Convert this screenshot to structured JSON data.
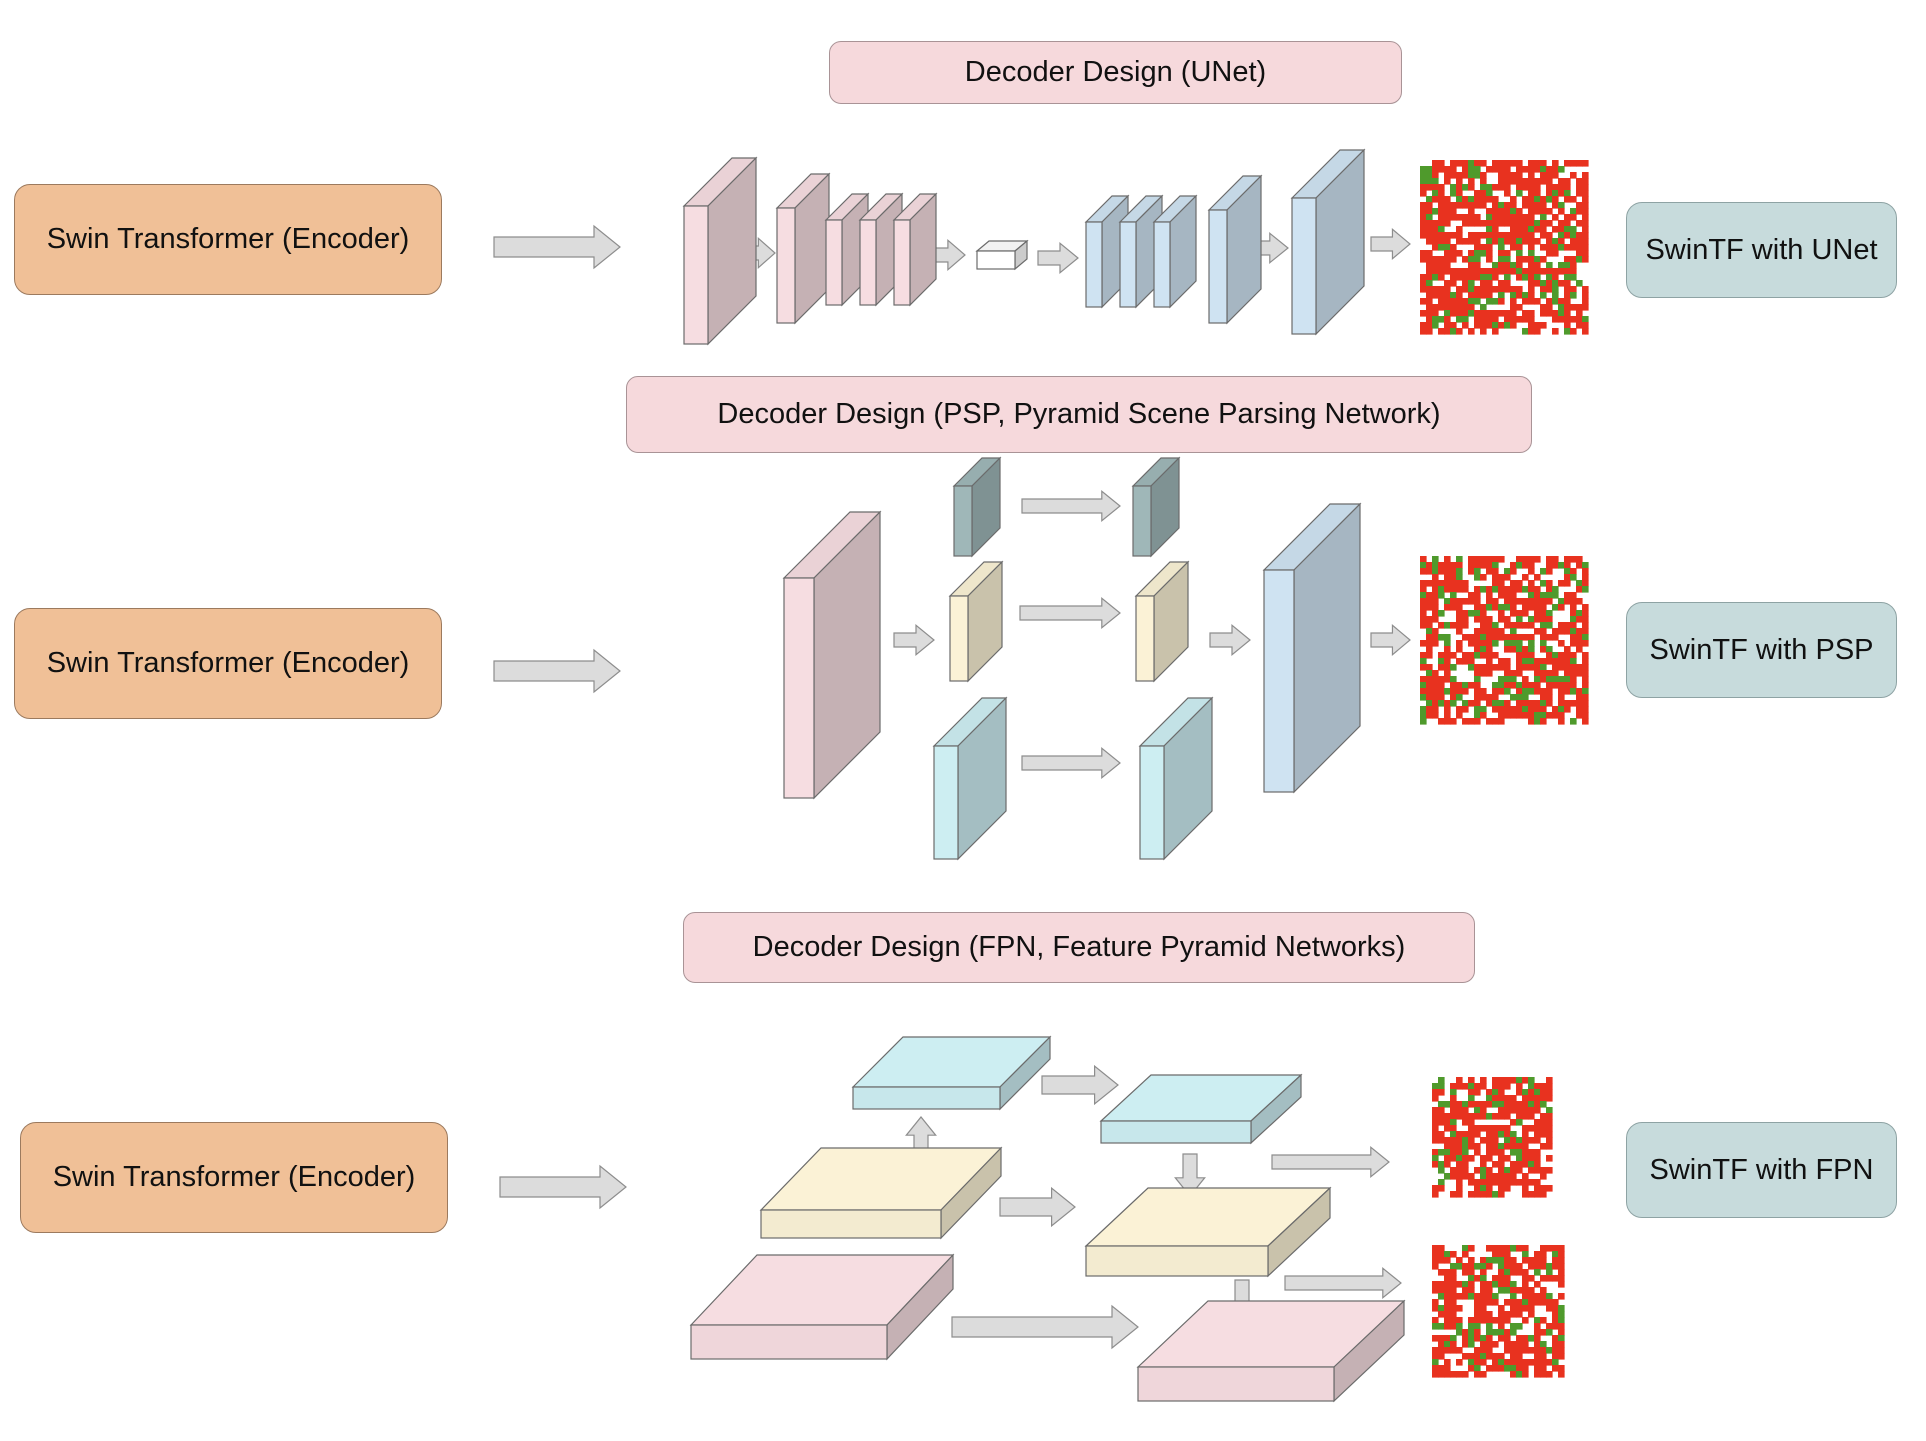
{
  "rows": [
    {
      "encoder_label": "Swin Transformer (Encoder)",
      "decoder_title": "Decoder Design (UNet)",
      "output_label": "SwinTF with UNet"
    },
    {
      "encoder_label": "Swin Transformer (Encoder)",
      "decoder_title": "Decoder Design (PSP, Pyramid Scene Parsing Network)",
      "output_label": "SwinTF with PSP"
    },
    {
      "encoder_label": "Swin Transformer (Encoder)",
      "decoder_title": "Decoder Design (FPN, Feature Pyramid Networks)",
      "output_label": "SwinTF with FPN"
    }
  ],
  "colors": {
    "encoder": "#f0c097",
    "title": "#f6d9dc",
    "output": "#c7dbdc",
    "pink_block": "#f6dde1",
    "blue_block": "#cfe3f2",
    "teal_block": "#cdeef2",
    "yellow_block": "#fbf2d6",
    "arrow": "#dcdcdc",
    "seg_red": "#e8321f",
    "seg_green": "#4f9a2c"
  }
}
